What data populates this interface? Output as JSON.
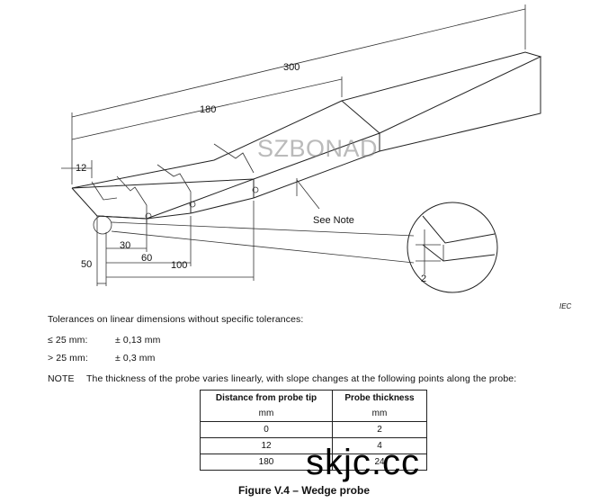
{
  "drawing": {
    "dim_300": "300",
    "dim_180": "180",
    "dim_12": "12",
    "dim_30": "30",
    "dim_60": "60",
    "dim_100": "100",
    "dim_50": "50",
    "dim_2": "2",
    "see_note": "See Note",
    "iec": "IEC"
  },
  "tolerances": {
    "title": "Tolerances on linear dimensions without specific tolerances:",
    "rows": [
      {
        "range": "≤ 25 mm:",
        "value": "± 0,13 mm"
      },
      {
        "range": "> 25 mm:",
        "value": "± 0,3 mm"
      }
    ]
  },
  "note": {
    "label": "NOTE",
    "text": "The thickness of the probe varies linearly, with slope changes at the following points along the probe:"
  },
  "table": {
    "headers": [
      "Distance from probe tip",
      "Probe thickness"
    ],
    "units": [
      "mm",
      "mm"
    ],
    "rows": [
      [
        "0",
        "2"
      ],
      [
        "12",
        "4"
      ],
      [
        "180",
        "24"
      ]
    ]
  },
  "caption": "Figure V.4 – Wedge probe",
  "watermarks": {
    "top": "SZBONAD",
    "bottom": "skjc.cc"
  }
}
